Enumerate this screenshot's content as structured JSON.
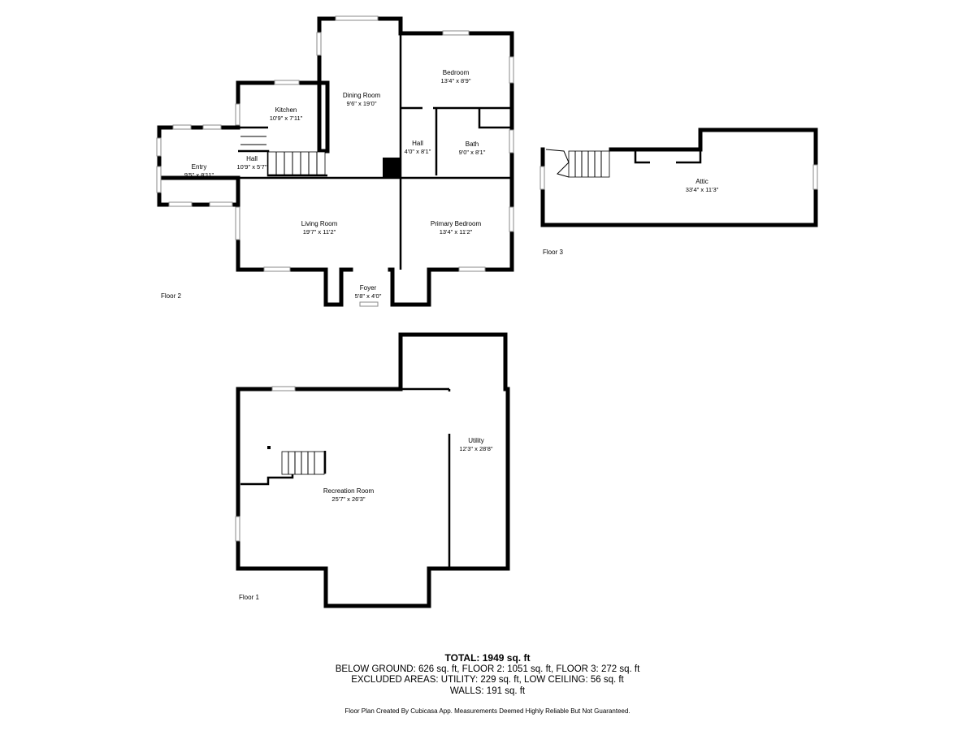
{
  "floors": [
    {
      "label": "Floor 2",
      "rooms": [
        {
          "id": "entry",
          "name": "Entry",
          "dims": "9'5\" x 8'11\""
        },
        {
          "id": "hall-west",
          "name": "Hall",
          "dims": "10'9\" x 5'7\""
        },
        {
          "id": "kitchen",
          "name": "Kitchen",
          "dims": "10'9\" x 7'11\""
        },
        {
          "id": "dining-room",
          "name": "Dining Room",
          "dims": "9'6\" x 19'0\""
        },
        {
          "id": "bedroom",
          "name": "Bedroom",
          "dims": "13'4\" x 8'9\""
        },
        {
          "id": "hall-center",
          "name": "Hall",
          "dims": "4'0\" x 8'1\""
        },
        {
          "id": "bath",
          "name": "Bath",
          "dims": "9'0\" x 8'1\""
        },
        {
          "id": "living-room",
          "name": "Living Room",
          "dims": "19'7\" x 11'2\""
        },
        {
          "id": "primary-bedroom",
          "name": "Primary Bedroom",
          "dims": "13'4\" x 11'2\""
        },
        {
          "id": "foyer",
          "name": "Foyer",
          "dims": "5'8\" x 4'0\""
        }
      ]
    },
    {
      "label": "Floor 3",
      "rooms": [
        {
          "id": "attic",
          "name": "Attic",
          "dims": "33'4\" x 11'3\""
        }
      ]
    },
    {
      "label": "Floor 1",
      "rooms": [
        {
          "id": "utility",
          "name": "Utility",
          "dims": "12'3\" x 28'8\""
        },
        {
          "id": "recreation-room",
          "name": "Recreation Room",
          "dims": "25'7\" x 26'3\""
        }
      ]
    }
  ],
  "summary": {
    "total": "TOTAL: 1949 sq. ft",
    "line1": "BELOW GROUND: 626 sq. ft, FLOOR 2: 1051 sq. ft, FLOOR 3: 272 sq. ft",
    "line2": "EXCLUDED AREAS: UTILITY: 229 sq. ft, LOW CEILING: 56 sq. ft",
    "line3": "WALLS: 191 sq. ft"
  },
  "credit": "Floor Plan Created By Cubicasa App. Measurements Deemed Highly Reliable But Not Guaranteed."
}
